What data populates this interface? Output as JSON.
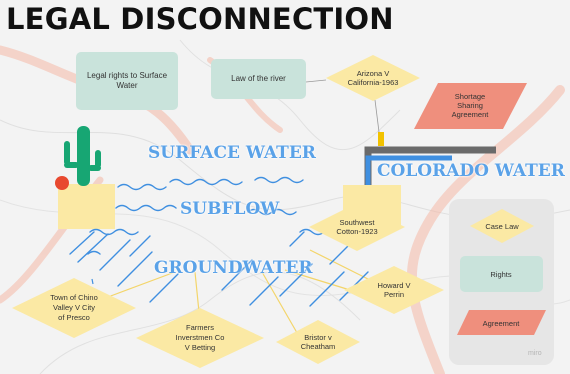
{
  "title": "LEGAL DISCONNECTION",
  "boxes": {
    "legal_rights": "Legal rights to Surface Water",
    "law_of_river": "Law of the river"
  },
  "cases": {
    "arizona": [
      "Arizona V",
      "California-1963"
    ],
    "southwest": [
      "Southwest",
      "Cotton-1923"
    ],
    "howard": [
      "Howard V",
      "Perrin"
    ],
    "town_chino": [
      "Town of Chino",
      "Valley V City",
      "of Presco"
    ],
    "farmers": [
      "Farmers",
      "Inverstmen Co",
      "V Betting"
    ],
    "bristor": [
      "Bristor v",
      "Cheatham"
    ]
  },
  "agreement": [
    "Shortage",
    "Sharing",
    "Agreement"
  ],
  "labels": {
    "surface_water": "SURFACE WATER",
    "colorado_water": "COLORADO WATER",
    "subflow": "SUBFLOW",
    "groundwater": "GROUNDWATER"
  },
  "legend": {
    "case_law": "Case Law",
    "rights": "Rights",
    "agreement": "Agreement"
  },
  "watermark": "miro",
  "colors": {
    "teal": "#c9e3db",
    "yellow_diamond": "#fbe9a4",
    "salmon": "#ef8f7d",
    "water_blue": "#3f8fe0",
    "label_blue": "#5aa2e8",
    "pipe_gray": "#6a6a6a",
    "cactus_green": "#17a673",
    "sun_red": "#e8492f",
    "block_yellow": "#fbe9a4",
    "connector_yellow": "#f3d56a"
  }
}
